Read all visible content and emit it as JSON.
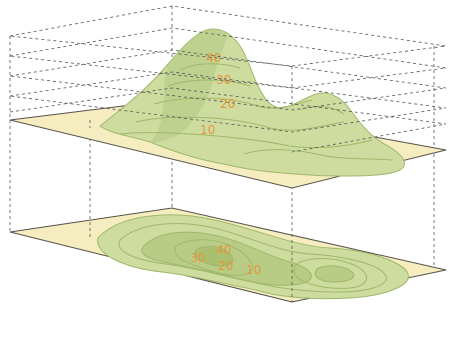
{
  "colors": {
    "plane_fill": "#f5ecc0",
    "plane_stroke": "#55524a",
    "terrain_fill": "#cfdca0",
    "terrain_dark": "#b8cc86",
    "contour_line": "#9fb86a",
    "label_color": "#e8943a",
    "grid_line": "#555555"
  },
  "mountain_labels": [
    "40",
    "30",
    "20",
    "10"
  ],
  "map_labels": [
    "30",
    "40",
    "20",
    "10"
  ]
}
